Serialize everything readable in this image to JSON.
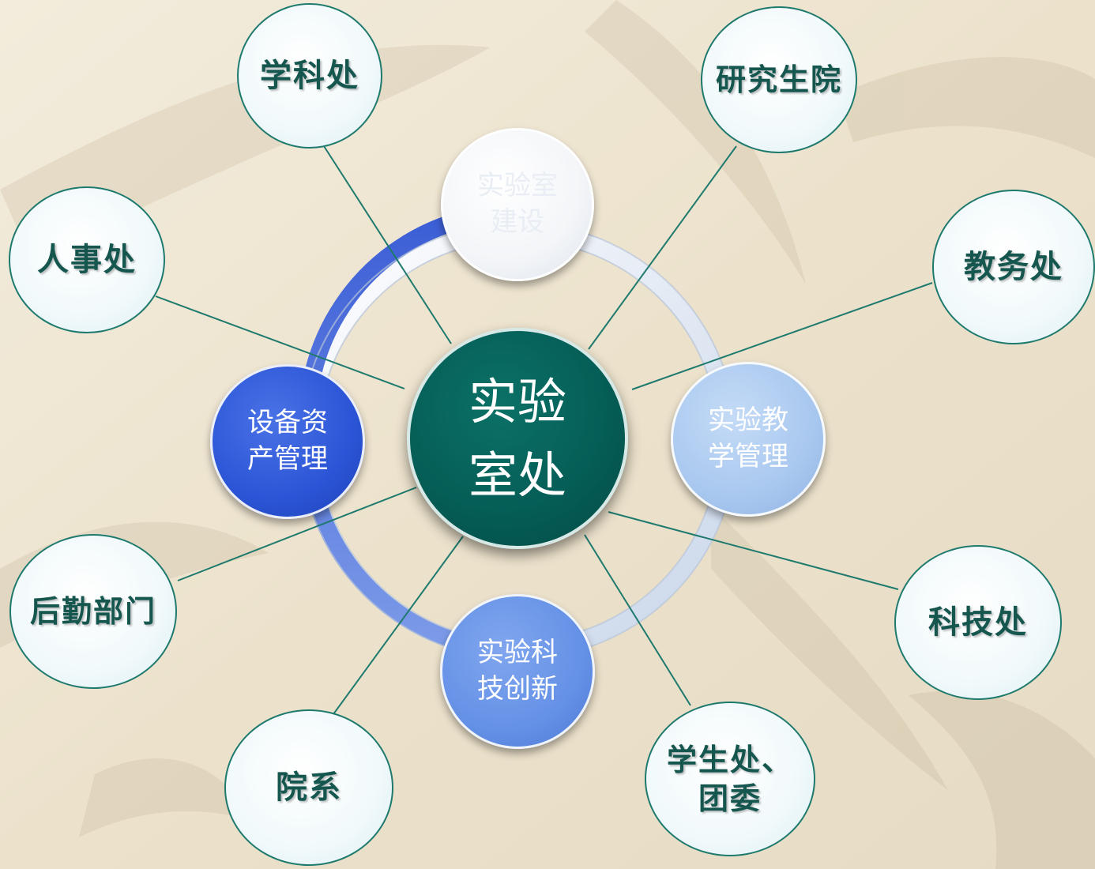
{
  "colors": {
    "line": "#1f7a6e",
    "center_fill": "#055e57",
    "ring_blue": "#4f6fd8",
    "ring_light": "#dfe7f2"
  },
  "center": {
    "label": "实验\n室处"
  },
  "inner_nodes": {
    "top": {
      "label": "实验室\n建设",
      "fill": "#f3f5f8"
    },
    "left": {
      "label": "设备资\n产管理",
      "fill": "#2b55d6"
    },
    "right": {
      "label": "实验教\n学管理",
      "fill": "#a9c8ef"
    },
    "bottom": {
      "label": "实验科\n技创新",
      "fill": "#6591e6"
    }
  },
  "outer_nodes": {
    "xuekechu": {
      "label": "学科处"
    },
    "yanjiushengyuan": {
      "label": "研究生院"
    },
    "renshichu": {
      "label": "人事处"
    },
    "jiaowuchu": {
      "label": "教务处"
    },
    "houqinbumen": {
      "label": "后勤部门"
    },
    "kejichu": {
      "label": "科技处"
    },
    "yuanxi": {
      "label": "院系"
    },
    "xueshengchu": {
      "label": "学生处、\n团委"
    }
  }
}
